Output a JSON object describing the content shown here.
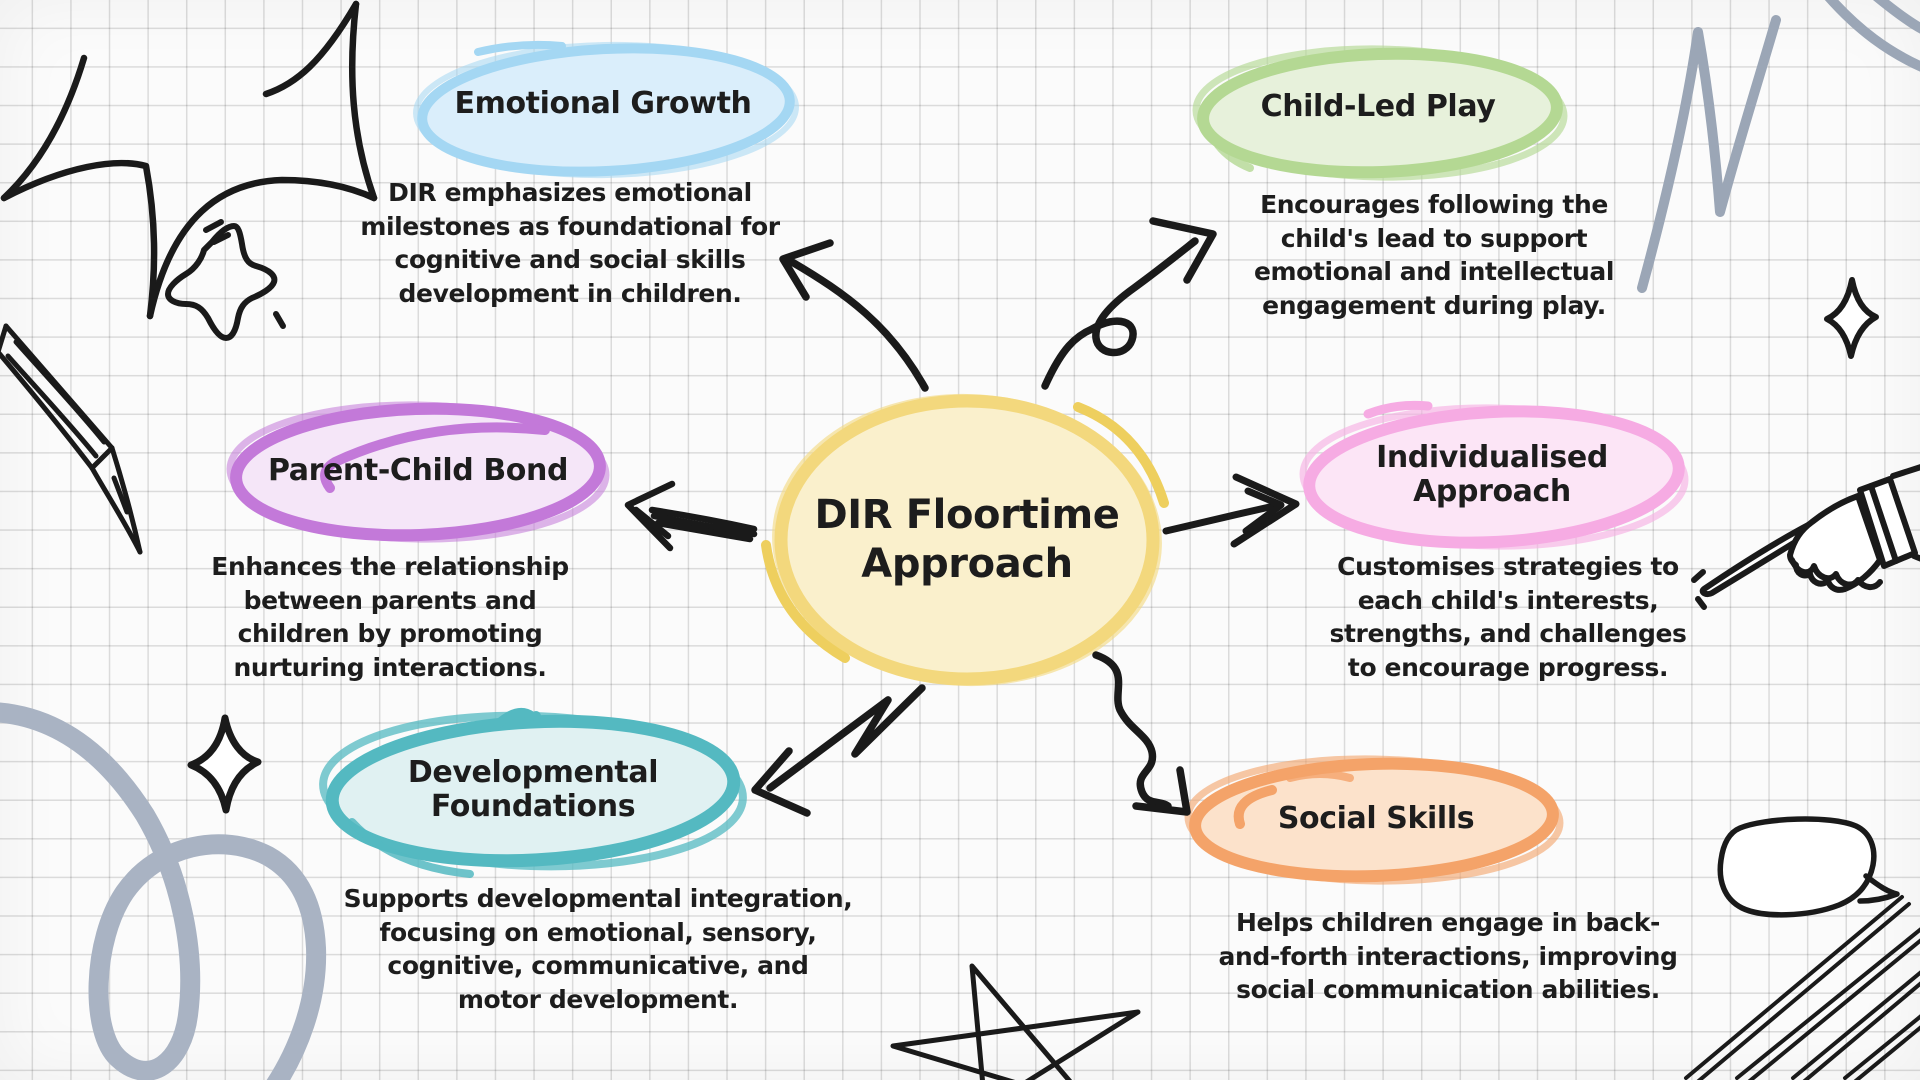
{
  "title": "DIR Floortime Approach",
  "colors": {
    "background": "#fbfbfb",
    "grid_line": "#d8d8d8",
    "text": "#1d1d1d",
    "arrow": "#1a1a1a",
    "doodle_gray": "#a2adbd",
    "center_fill": "#faf0cc",
    "center_stroke": "#f3d87d",
    "center_accent": "#eecf5e"
  },
  "center": {
    "label": "DIR Floortime\nApproach"
  },
  "nodes": [
    {
      "id": "emotional-growth",
      "label": "Emotional Growth",
      "description": "DIR emphasizes emotional\nmilestones as foundational for\ncognitive and social skills\ndevelopment in children.",
      "fill": "#daeefb",
      "stroke": "#a4d7f3"
    },
    {
      "id": "child-led-play",
      "label": "Child-Led Play",
      "description": "Encourages following the\nchild's lead to support\nemotional and intellectual\nengagement during play.",
      "fill": "#e7f1db",
      "stroke": "#b4d893"
    },
    {
      "id": "parent-child-bond",
      "label": "Parent-Child Bond",
      "description": "Enhances the relationship\nbetween parents and\nchildren by promoting\nnurturing interactions.",
      "fill": "#f5e6f8",
      "stroke": "#c379d9"
    },
    {
      "id": "individualised-approach",
      "label": "Individualised\nApproach",
      "description": "Customises strategies to\neach child's interests,\nstrengths, and challenges\nto encourage progress.",
      "fill": "#fce5f6",
      "stroke": "#f6abe3"
    },
    {
      "id": "developmental-foundations",
      "label": "Developmental\nFoundations",
      "description": "Supports developmental integration,\nfocusing on emotional, sensory,\ncognitive, communicative, and\nmotor development.",
      "fill": "#e0f1f2",
      "stroke": "#54b9c1"
    },
    {
      "id": "social-skills",
      "label": "Social Skills",
      "description": "Helps children engage in back-\nand-forth interactions, improving\nsocial communication abilities.",
      "fill": "#fce2cb",
      "stroke": "#f4a369"
    }
  ]
}
